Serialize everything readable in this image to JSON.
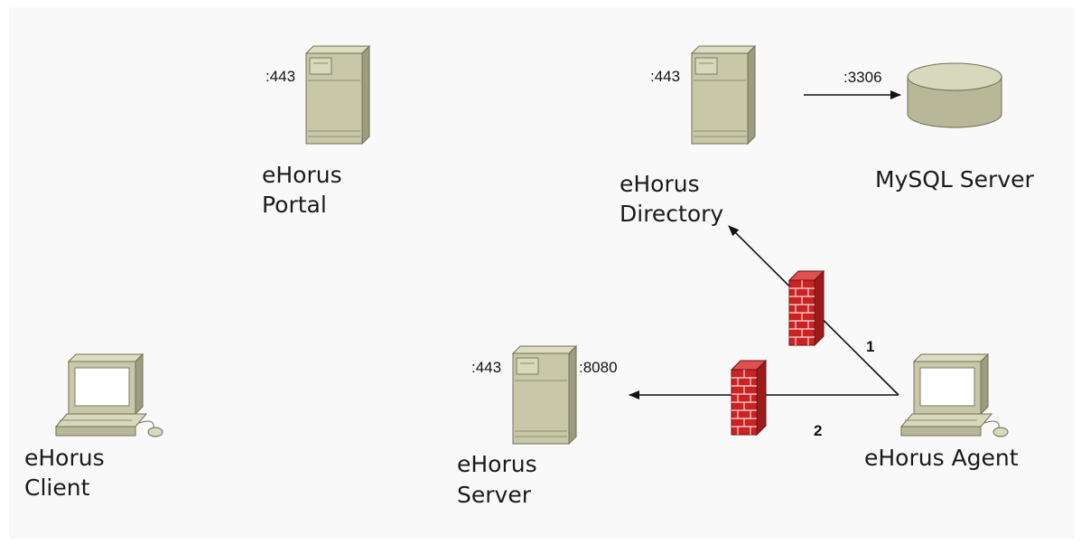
{
  "nodes": {
    "portal": {
      "label_line1": "eHorus",
      "label_line2": "Portal",
      "port": ":443",
      "icon": "server-icon"
    },
    "directory": {
      "label_line1": "eHorus",
      "label_line2": "Directory",
      "port": ":443",
      "icon": "server-icon"
    },
    "mysql": {
      "label": "MySQL Server",
      "port": ":3306",
      "icon": "database-icon"
    },
    "server": {
      "label_line1": "eHorus",
      "label_line2": "Server",
      "port_left": ":443",
      "port_right": ":8080",
      "icon": "server-icon"
    },
    "client": {
      "label_line1": "eHorus",
      "label_line2": "Client",
      "icon": "computer-icon"
    },
    "agent": {
      "label": "eHorus Agent",
      "icon": "computer-icon"
    }
  },
  "edges": {
    "agent_to_directory": {
      "label": "1"
    },
    "agent_to_server": {
      "label": "2"
    }
  },
  "colors": {
    "server_body": "#c8c8a8",
    "server_shade": "#a9a98a",
    "firewall": "#cc2222",
    "screen": "#ffffff",
    "background_panel": "#f9f9f9"
  }
}
